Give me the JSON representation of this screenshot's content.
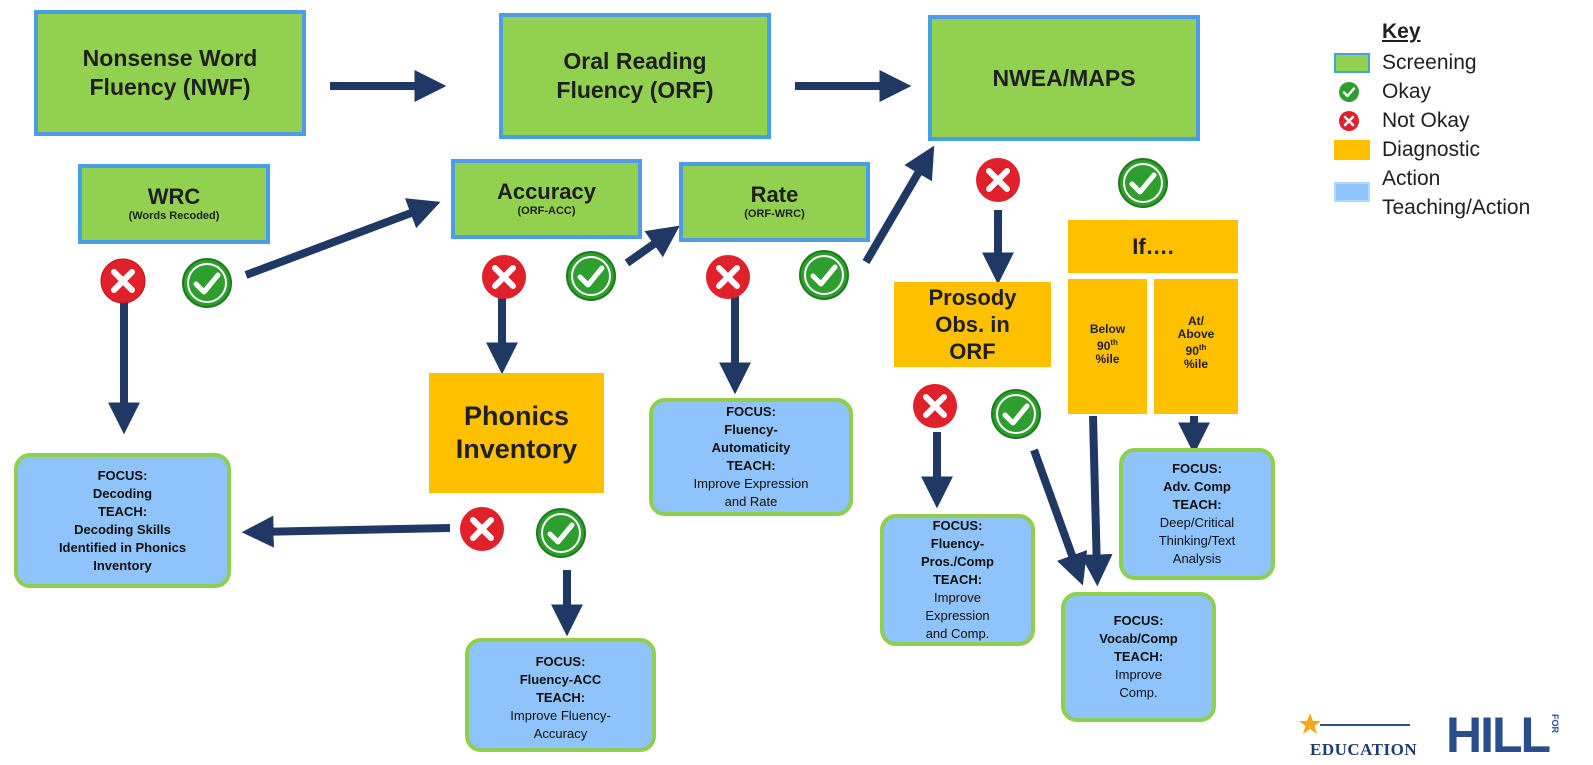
{
  "screening": {
    "nwf": {
      "line1": "Nonsense Word",
      "line2": "Fluency (NWF)"
    },
    "orf": {
      "line1": "Oral Reading",
      "line2": "Fluency (ORF)"
    },
    "nwea": {
      "label": "NWEA/MAPS"
    },
    "wrc": {
      "title": "WRC",
      "sub": "(Words Recoded)"
    },
    "accuracy": {
      "title": "Accuracy",
      "sub": "(ORF-ACC)"
    },
    "rate": {
      "title": "Rate",
      "sub": "(ORF-WRC)"
    }
  },
  "diagnostic": {
    "phonics": {
      "line1": "Phonics",
      "line2": "Inventory"
    },
    "prosody": {
      "line1": "Prosody",
      "line2": "Obs. in",
      "line3": "ORF"
    },
    "if": {
      "label": "If…."
    },
    "below": {
      "line1": "Below",
      "line2": "90",
      "sup": "th",
      "line3": "%ile"
    },
    "above": {
      "line1": "At/",
      "line2": "Above",
      "line3": "90",
      "sup": "th",
      "line4": "%ile"
    }
  },
  "actions": {
    "decoding": {
      "focus": "FOCUS:",
      "focus_val": "Decoding",
      "teach": "TEACH:",
      "teach_val1": "Decoding Skills",
      "teach_val2": "Identified in Phonics",
      "teach_val3": "Inventory"
    },
    "fluency_acc": {
      "focus": "FOCUS:",
      "focus_val": "Fluency-ACC",
      "teach": "TEACH:",
      "teach_val1": "Improve Fluency-",
      "teach_val2": "Accuracy"
    },
    "fluency_auto": {
      "focus": "FOCUS:",
      "focus_val1": "Fluency-",
      "focus_val2": "Automaticity",
      "teach": "TEACH:",
      "teach_val1": "Improve Expression",
      "teach_val2": "and Rate"
    },
    "fluency_pros": {
      "focus": "FOCUS:",
      "focus_val1": "Fluency-",
      "focus_val2": "Pros./Comp",
      "teach": "TEACH:",
      "teach_val1": "Improve",
      "teach_val2": "Expression",
      "teach_val3": "and Comp."
    },
    "vocab": {
      "focus": "FOCUS:",
      "focus_val": "Vocab/Comp",
      "teach": "TEACH:",
      "teach_val1": "Improve",
      "teach_val2": "Comp."
    },
    "adv": {
      "focus": "FOCUS:",
      "focus_val": "Adv. Comp",
      "teach": "TEACH:",
      "teach_val1": "Deep/Critical",
      "teach_val2": "Thinking/Text",
      "teach_val3": "Analysis"
    }
  },
  "key": {
    "title": "Key",
    "items": [
      {
        "label": "Screening",
        "icon": "green-square"
      },
      {
        "label": "Okay",
        "icon": "check-icon"
      },
      {
        "label": "Not Okay",
        "icon": "x-icon"
      },
      {
        "label": "Diagnostic",
        "icon": "orange-square"
      },
      {
        "label": "Action",
        "icon": "blue-square"
      },
      {
        "label": "Teaching/Action",
        "icon": ""
      }
    ]
  },
  "logos": {
    "education_text": "EDUCATION",
    "hill_text": "HILL",
    "for_text": "FOR"
  },
  "colors": {
    "screening": "#92d050",
    "screening_border": "#4a9ee6",
    "diagnostic": "#ffc000",
    "action": "#8ec3fb",
    "action_border": "#8fce4f",
    "arrow": "#203864",
    "okay": "#2e9e2e",
    "not_okay": "#e0202a"
  }
}
